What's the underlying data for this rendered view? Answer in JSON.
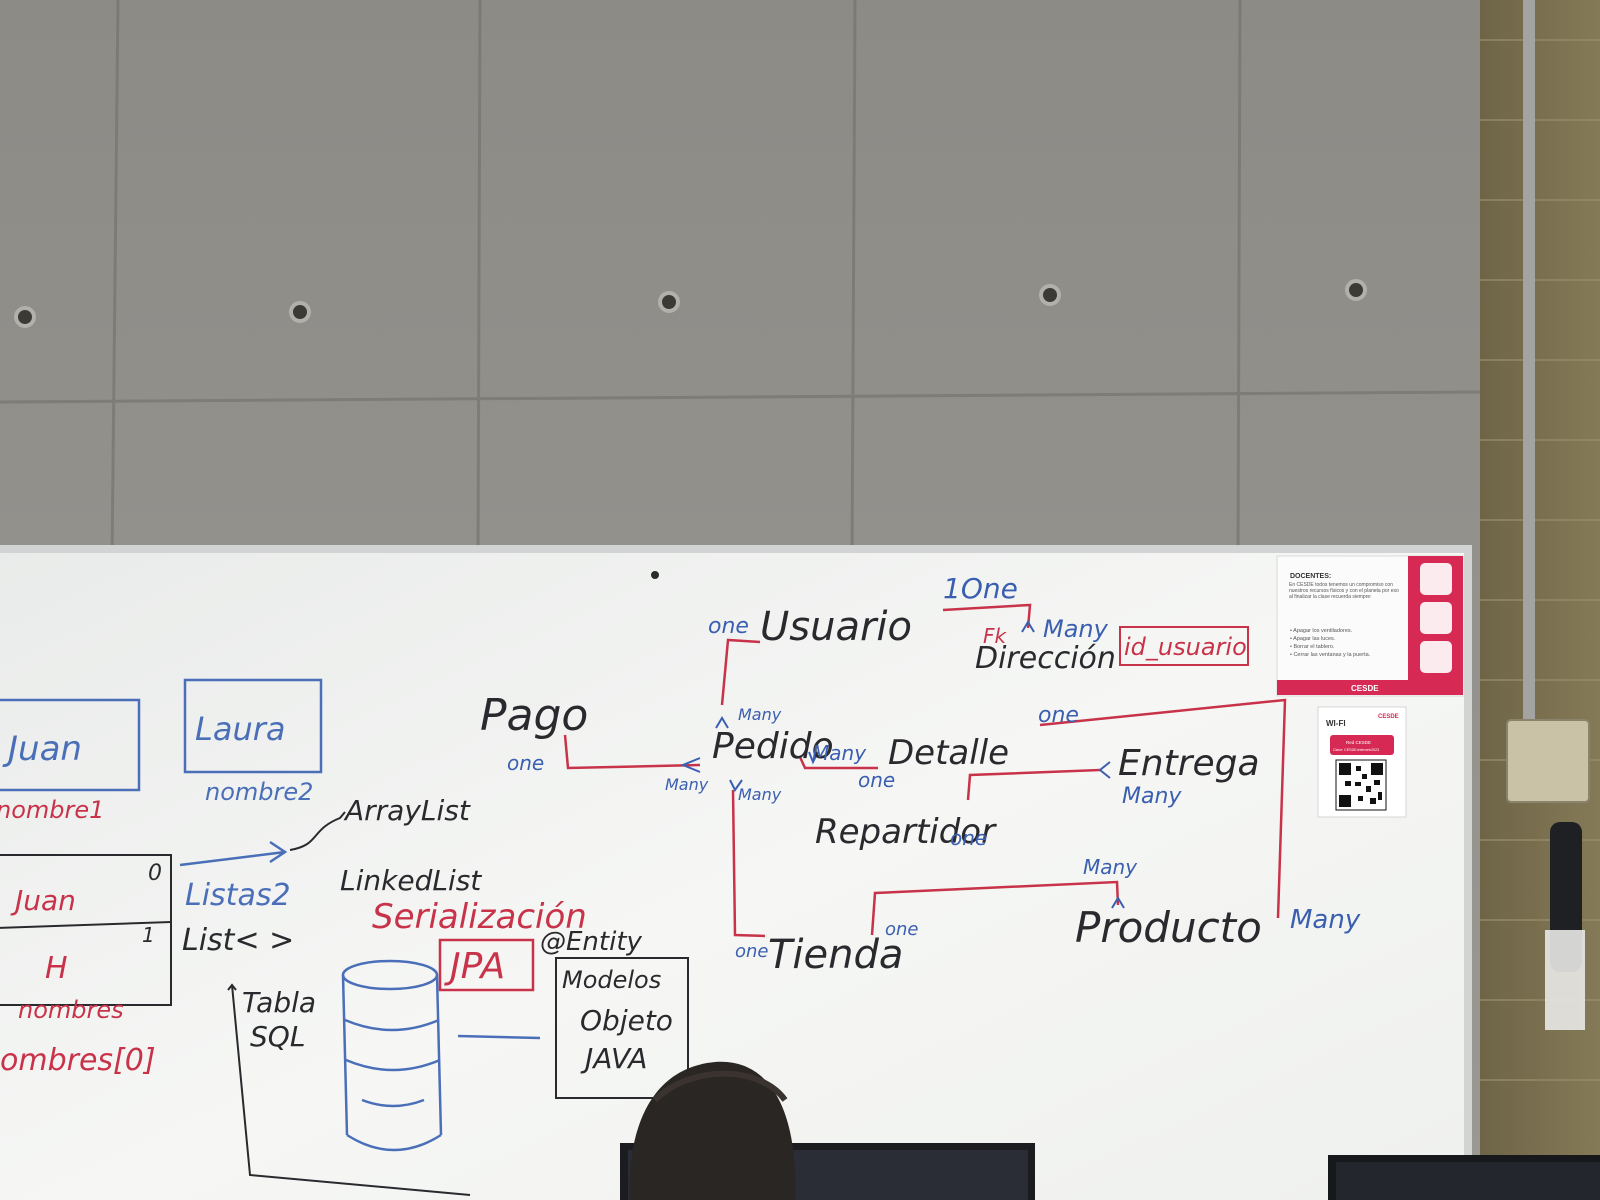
{
  "colors": {
    "wall": "#8f8d88",
    "board": "#f2f3f1",
    "ink_black": "#2a2a2e",
    "ink_blue": "#3b5fb0",
    "ink_red": "#c8334a",
    "poster_accent": "#d62a55"
  },
  "left_notes": {
    "box_juan": "Juan",
    "label_nombre1": "nombre1",
    "box_laura": "Laura",
    "label_nombre2": "nombre2",
    "arraylist": "ArrayList",
    "linkedlist": "LinkedList",
    "listas2": "Listas2",
    "list_generic": "List<   >",
    "index_0": "0",
    "index_1": "1",
    "cell_juan": "Juan",
    "cell_h": "H",
    "label_nombres": "nombres",
    "label_nombres_arr": "ombres[0]",
    "serializacion": "Serialización",
    "jpa": "JPA",
    "entity": "@Entity",
    "modelos": "Modelos",
    "objeto": "Objeto",
    "java": "JAVA",
    "tabla": "Tabla",
    "sql": "SQL"
  },
  "diagram": {
    "usuario": "Usuario",
    "one_usuario": "one",
    "one_top": "1One",
    "fk": "Fk",
    "many_direccion": "Many",
    "direccion": "Dirección",
    "id_usuario": "id_usuario",
    "pago": "Pago",
    "one_pago": "one",
    "pedido": "Pedido",
    "many_pedido_up": "Many",
    "many_pedido_left": "Many",
    "many_pedido_down": "Many",
    "many_detalle": "Many",
    "detalle": "Detalle",
    "one_detalle": "one",
    "one_producto_link": "one",
    "entrega": "Entrega",
    "many_entrega": "Many",
    "repartidor": "Repartidor",
    "one_repartidor": "one",
    "many_producto": "Many",
    "producto": "Producto",
    "many_producto_right": "Many",
    "tienda": "Tienda",
    "one_tienda_left": "one",
    "one_tienda_right": "one"
  },
  "poster": {
    "heading": "DOCENTES:",
    "body": "En CESDE todos tenemos un compromiso con nuestros recursos físicos y con el planeta por eso al finalizar la clase recuerda siempre:",
    "items": [
      "• Apagar los ventiladores.",
      "• Apagar las luces.",
      "• Borrar el tablero.",
      "• Cerrar las ventanas y la puerta."
    ],
    "brand": "CESDE"
  },
  "wifi_card": {
    "brand": "CESDE",
    "title": "WI-FI",
    "network": "Red CESDE",
    "hint": "Clave: CESDE•internet•2023"
  }
}
